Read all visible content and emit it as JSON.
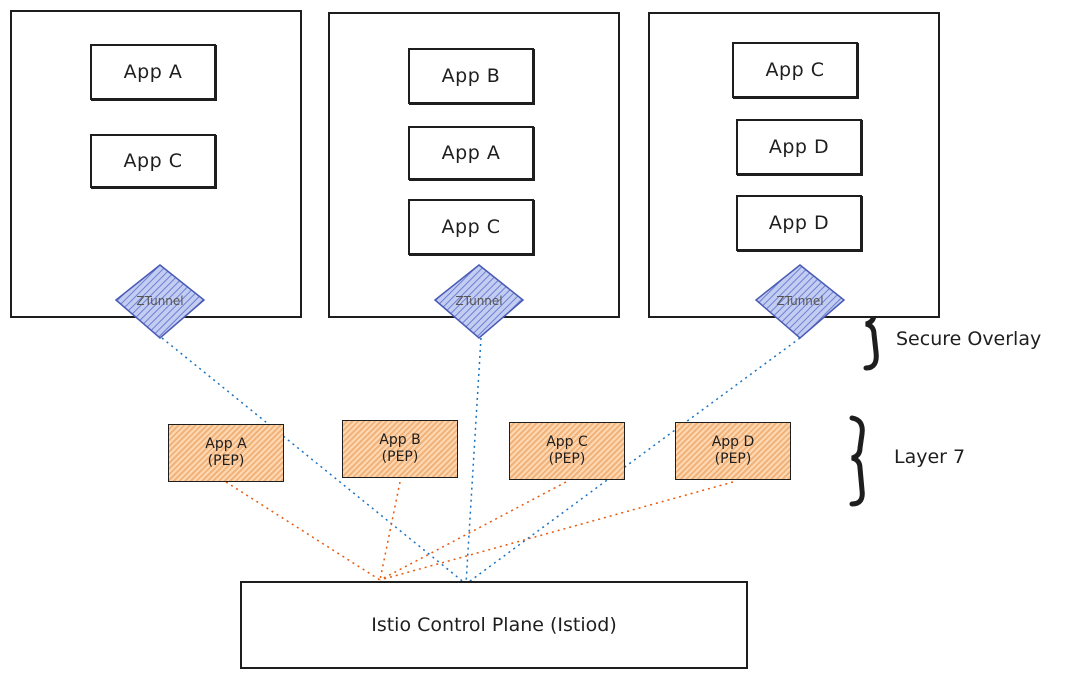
{
  "nodes": [
    {
      "apps": [
        "App A",
        "App C"
      ],
      "ztunnel": "ZTunnel"
    },
    {
      "apps": [
        "App B",
        "App A",
        "App C"
      ],
      "ztunnel": "ZTunnel"
    },
    {
      "apps": [
        "App C",
        "App D",
        "App D"
      ],
      "ztunnel": "ZTunnel"
    }
  ],
  "peps": [
    {
      "line1": "App A",
      "line2": "(PEP)"
    },
    {
      "line1": "App B",
      "line2": "(PEP)"
    },
    {
      "line1": "App C",
      "line2": "(PEP)"
    },
    {
      "line1": "App D",
      "line2": "(PEP)"
    }
  ],
  "labels": {
    "secure_overlay": "Secure Overlay",
    "layer7": "Layer 7",
    "control_plane": "Istio Control Plane (Istiod)"
  },
  "colors": {
    "ztunnel_fill": "#a5b4e8",
    "ztunnel_stroke": "#4a5bb5",
    "pep_fill": "#f1b37c",
    "blue_link": "#1971c2",
    "orange_link": "#e8590c"
  }
}
